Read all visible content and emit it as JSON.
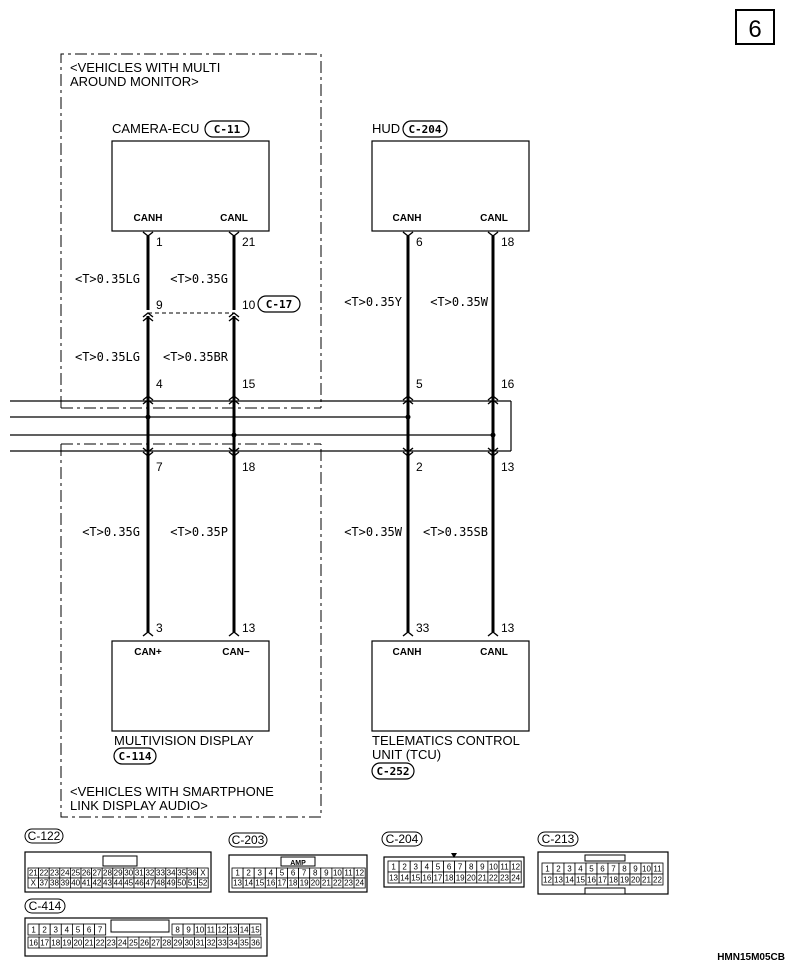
{
  "page_number": "6",
  "figure_code": "HMN15M05CB",
  "groups": {
    "multi_around_monitor": [
      "<VEHICLES WITH MULTI",
      "AROUND MONITOR>"
    ],
    "smartphone_link": [
      "<VEHICLES WITH SMARTPHONE",
      "LINK DISPLAY AUDIO>"
    ]
  },
  "components": {
    "camera_ecu": {
      "name": "CAMERA-ECU",
      "connector": "C-11",
      "pins": [
        "CANH",
        "CANL"
      ]
    },
    "hud": {
      "name": "HUD",
      "connector": "C-204",
      "pins": [
        "CANH",
        "CANL"
      ]
    },
    "multivision_display": {
      "name": "MULTIVISION DISPLAY",
      "connector": "C-114",
      "pins": [
        "CAN+",
        "CAN−"
      ]
    },
    "tcu": {
      "name_lines": [
        "TELEMATICS CONTROL",
        "UNIT (TCU)"
      ],
      "connector": "C-252",
      "pins": [
        "CANH",
        "CANL"
      ]
    }
  },
  "junction_connector": "C-17",
  "wires": {
    "w1_top": "<T>0.35LG",
    "w2_top": "<T>0.35G",
    "w1_mid": "<T>0.35LG",
    "w2_mid": "<T>0.35BR",
    "w3_top": "<T>0.35Y",
    "w4_top": "<T>0.35W",
    "w1_bot": "<T>0.35G",
    "w2_bot": "<T>0.35P",
    "w3_bot": "<T>0.35W",
    "w4_bot": "<T>0.35SB"
  },
  "pins": {
    "cam_canh": "1",
    "cam_canl": "21",
    "j_left": "9",
    "j_right": "10",
    "bus_top_1": "4",
    "bus_top_2": "15",
    "bus_top_3": "5",
    "bus_top_4": "16",
    "hud_canh": "6",
    "hud_canl": "18",
    "bus_bot_1": "7",
    "bus_bot_2": "18",
    "bus_bot_3": "2",
    "bus_bot_4": "13",
    "mvd_canp": "3",
    "mvd_canm": "13",
    "tcu_canh": "33",
    "tcu_canl": "13"
  },
  "connector_views": {
    "c122": {
      "label": "C-122",
      "row1": [
        "21",
        "22",
        "23",
        "24",
        "25",
        "26",
        "27",
        "28",
        "29",
        "30",
        "31",
        "32",
        "33",
        "34",
        "35",
        "36",
        "X"
      ],
      "row2": [
        "X",
        "37",
        "38",
        "39",
        "40",
        "41",
        "42",
        "43",
        "44",
        "45",
        "46",
        "47",
        "48",
        "49",
        "50",
        "51",
        "52"
      ]
    },
    "c203": {
      "label": "C-203",
      "tag": "AMP",
      "row1": [
        "1",
        "2",
        "3",
        "4",
        "5",
        "6",
        "7",
        "8",
        "9",
        "10",
        "11",
        "12"
      ],
      "row2": [
        "13",
        "14",
        "15",
        "16",
        "17",
        "18",
        "19",
        "20",
        "21",
        "22",
        "23",
        "24"
      ]
    },
    "c204": {
      "label": "C-204",
      "row1": [
        "1",
        "2",
        "3",
        "4",
        "5",
        "6",
        "7",
        "8",
        "9",
        "10",
        "11",
        "12"
      ],
      "row2": [
        "13",
        "14",
        "15",
        "16",
        "17",
        "18",
        "19",
        "20",
        "21",
        "22",
        "23",
        "24"
      ]
    },
    "c213": {
      "label": "C-213",
      "row1": [
        "1",
        "2",
        "3",
        "4",
        "5",
        "6",
        "7",
        "8",
        "9",
        "10",
        "11"
      ],
      "row2": [
        "12",
        "13",
        "14",
        "15",
        "16",
        "17",
        "18",
        "19",
        "20",
        "21",
        "22"
      ]
    },
    "c414": {
      "label": "C-414",
      "row1a": [
        "1",
        "2",
        "3",
        "4",
        "5",
        "6",
        "7"
      ],
      "row1b": [
        "8",
        "9",
        "10",
        "11",
        "12",
        "13",
        "14",
        "15"
      ],
      "row2": [
        "16",
        "17",
        "18",
        "19",
        "20",
        "21",
        "22",
        "23",
        "24",
        "25",
        "26",
        "27",
        "28",
        "29",
        "30",
        "31",
        "32",
        "33",
        "34",
        "35",
        "36"
      ]
    }
  }
}
